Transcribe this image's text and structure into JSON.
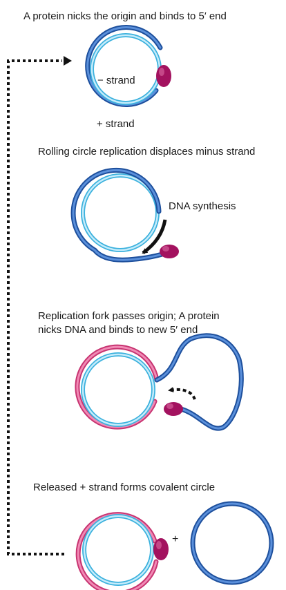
{
  "steps": [
    {
      "caption": "A protein nicks the origin and binds to 5′ end"
    },
    {
      "caption": "Rolling circle replication displaces minus strand"
    },
    {
      "caption": "Replication fork passes origin; A protein nicks DNA and binds to new 5′ end"
    },
    {
      "caption": "Released + strand forms covalent circle"
    }
  ],
  "labels": {
    "minus_strand": "− strand",
    "plus_strand": "+ strand",
    "dna_synthesis": "DNA synthesis",
    "plus_sign": "+"
  },
  "colors": {
    "plus_strand": "#3f74c4",
    "minus_strand": "#8fd3ee",
    "new_strand": "#e8669a",
    "a_protein": "#a3125f",
    "arrow": "#111111"
  }
}
